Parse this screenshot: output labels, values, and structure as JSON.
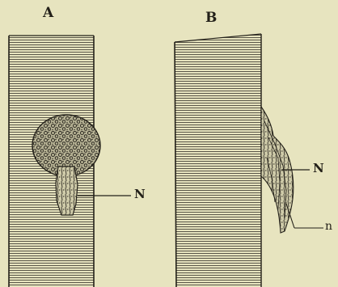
{
  "panels": {
    "a": {
      "label": "A"
    },
    "b": {
      "label": "B"
    }
  },
  "callouts": {
    "n_left": "N",
    "n_right": "N",
    "n_small": "n"
  },
  "colors": {
    "paper": "#e7e4bf",
    "ink": "#232019",
    "stipple_fill": "#9d9a7f"
  }
}
